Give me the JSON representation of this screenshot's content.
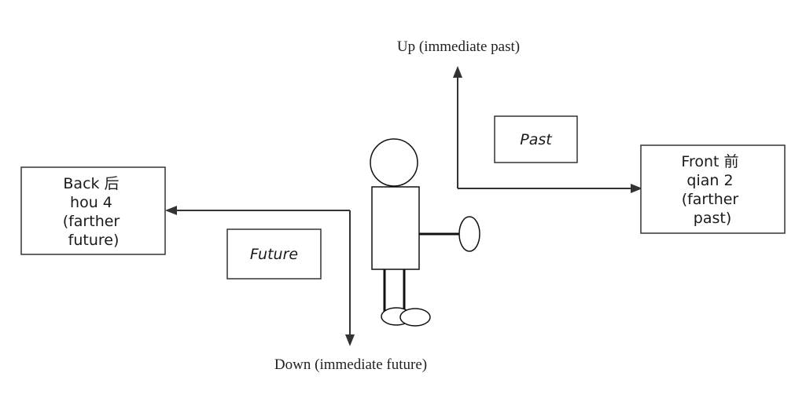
{
  "labels": {
    "up": "Up (immediate past)",
    "down": "Down (immediate future)"
  },
  "boxes": {
    "past": "Past",
    "future": "Future",
    "front": [
      "Front 前",
      "qian 2",
      "(farther",
      "past)"
    ],
    "back": [
      "Back 后",
      "hou 4",
      "(farther",
      "future)"
    ]
  },
  "colors": {
    "stroke": "#333333",
    "text": "#1a1a1a"
  }
}
